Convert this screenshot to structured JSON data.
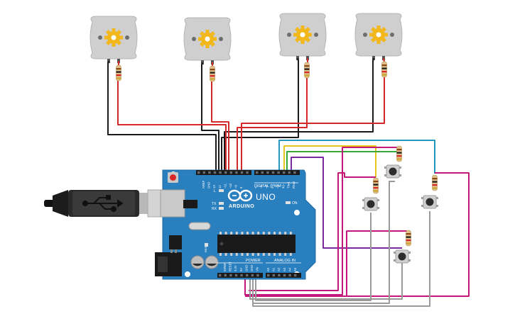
{
  "board": {
    "brand": "ARDUINO",
    "model": "UNO",
    "digital_label": "DIGITAL (PWM~)",
    "power_label": "POWER",
    "analog_label": "ANALOG IN",
    "on_label": "ON",
    "led_l": "L",
    "led_tx": "TX",
    "led_rx": "RX",
    "header_top_left": [
      "AREF",
      "GND",
      "13",
      "12",
      "~11",
      "~10",
      "~9",
      "8"
    ],
    "header_top_right": [
      "7",
      "~6",
      "~5",
      "4",
      "~3",
      "2",
      "TX▸1",
      "RX◂0"
    ],
    "header_power": [
      "IOREF",
      "RESET",
      "3.3V",
      "5V",
      "GND",
      "GND",
      "Vin"
    ],
    "header_analog": [
      "A0",
      "A1",
      "A2",
      "A3",
      "A4",
      "A5"
    ],
    "reset_label": "RESET"
  },
  "components": {
    "motor_count": 4,
    "button_count": 4,
    "resistor_count": 8
  },
  "colors": {
    "board": "#2a7fbf",
    "wire_red": "#d62828",
    "wire_black": "#1a1a1a",
    "wire_magenta": "#c2187c",
    "wire_purple": "#7a2aa0",
    "wire_yellow": "#e6c619",
    "wire_green": "#3aa63a",
    "wire_cyan": "#2596be",
    "wire_gray": "#9a9a9a",
    "motor_body": "#c8c8c8",
    "gear": "#f2b71b"
  }
}
